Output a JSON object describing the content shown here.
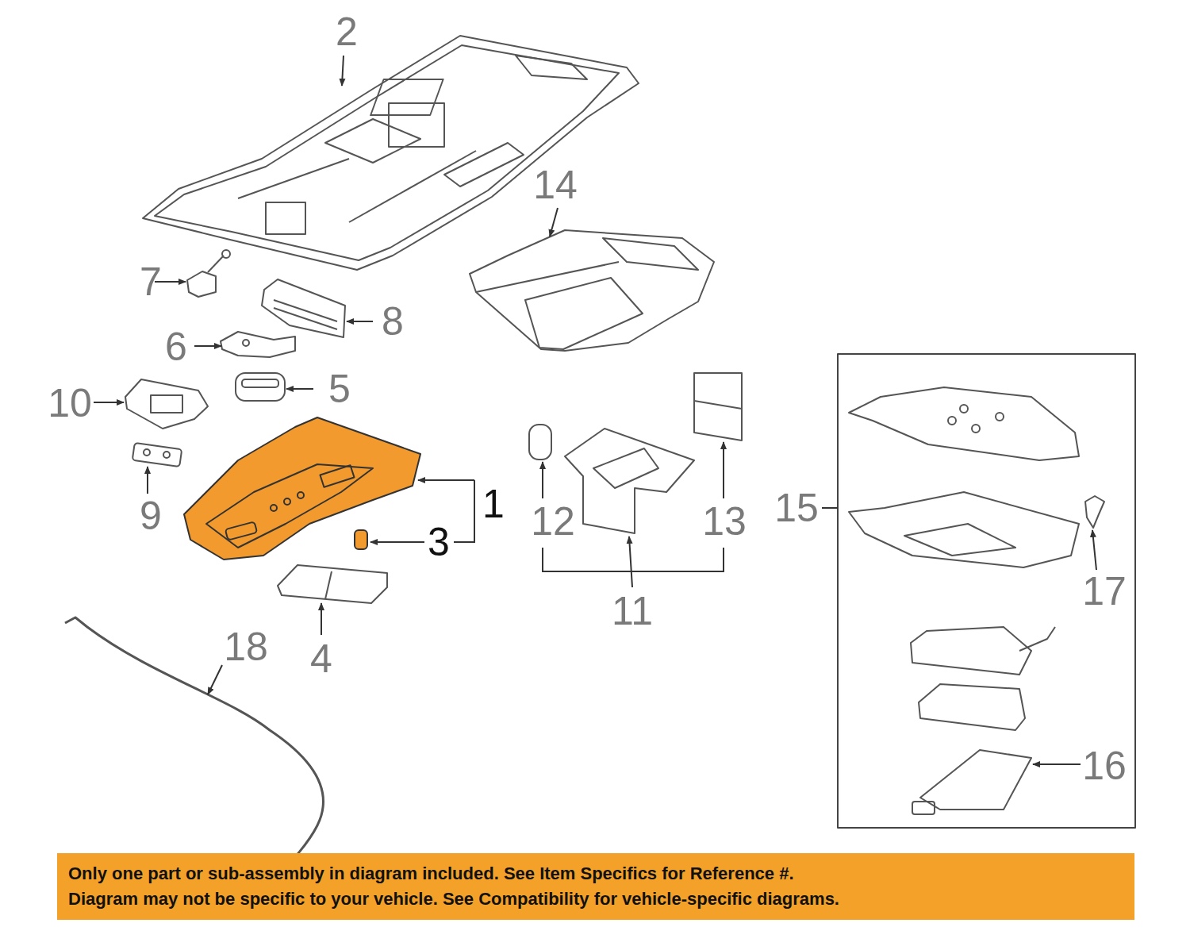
{
  "diagram": {
    "nodes": [
      {
        "text": [
          "Only one part or sub-assembly in diagram included. See Item Specifics for Reference #.",
          "Diagram may not be specific to your vehicle. See Compatibility for vehicle-specific diagrams."
        ]
      }
    ],
    "labels": [
      "2",
      "14",
      "7",
      "8",
      "6",
      "5",
      "10",
      "9",
      "1",
      "3",
      "12",
      "13",
      "15",
      "17",
      "11",
      "4",
      "18",
      "16"
    ]
  }
}
